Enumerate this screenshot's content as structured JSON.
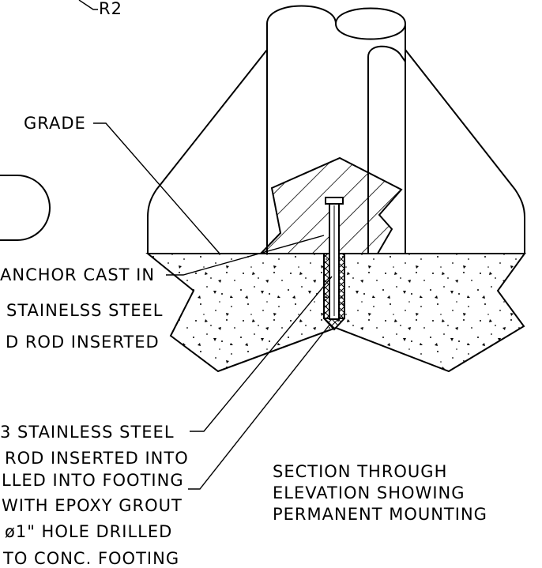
{
  "labels": {
    "r2": "R2",
    "grade": "GRADE",
    "anchor_line1": "ANCHOR CAST IN",
    "anchor_line2": "STAINELSS STEEL",
    "anchor_line3": "D ROD INSERTED",
    "steel_line1": "3 STAINLESS STEEL",
    "steel_line2": "ROD INSERTED INTO",
    "steel_line3": "LLED INTO FOOTING",
    "steel_line4": "WITH EPOXY GROUT",
    "hole_line1": "ø1\" HOLE DRILLED",
    "hole_line2": "TO CONC. FOOTING",
    "section_line1": "SECTION THROUGH",
    "section_line2": "ELEVATION SHOWING",
    "section_line3": "PERMANENT MOUNTING"
  },
  "colors": {
    "ink": "#000000",
    "paper": "#ffffff"
  }
}
